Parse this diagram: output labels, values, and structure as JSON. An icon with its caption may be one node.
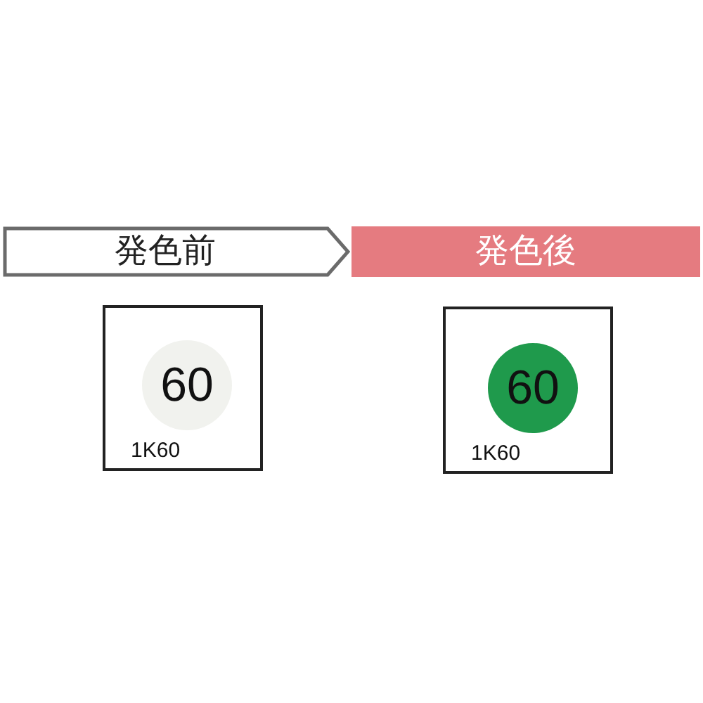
{
  "diagram": {
    "nodes": [
      {
        "text": [
          "発色前"
        ]
      },
      {
        "text": [
          "発色後"
        ]
      },
      {
        "text": [
          "1K60"
        ]
      },
      {
        "text": [
          "60"
        ],
        "in": 2
      },
      {
        "text": [
          "1K60"
        ]
      },
      {
        "text": [
          "60"
        ],
        "in": 4
      }
    ]
  }
}
